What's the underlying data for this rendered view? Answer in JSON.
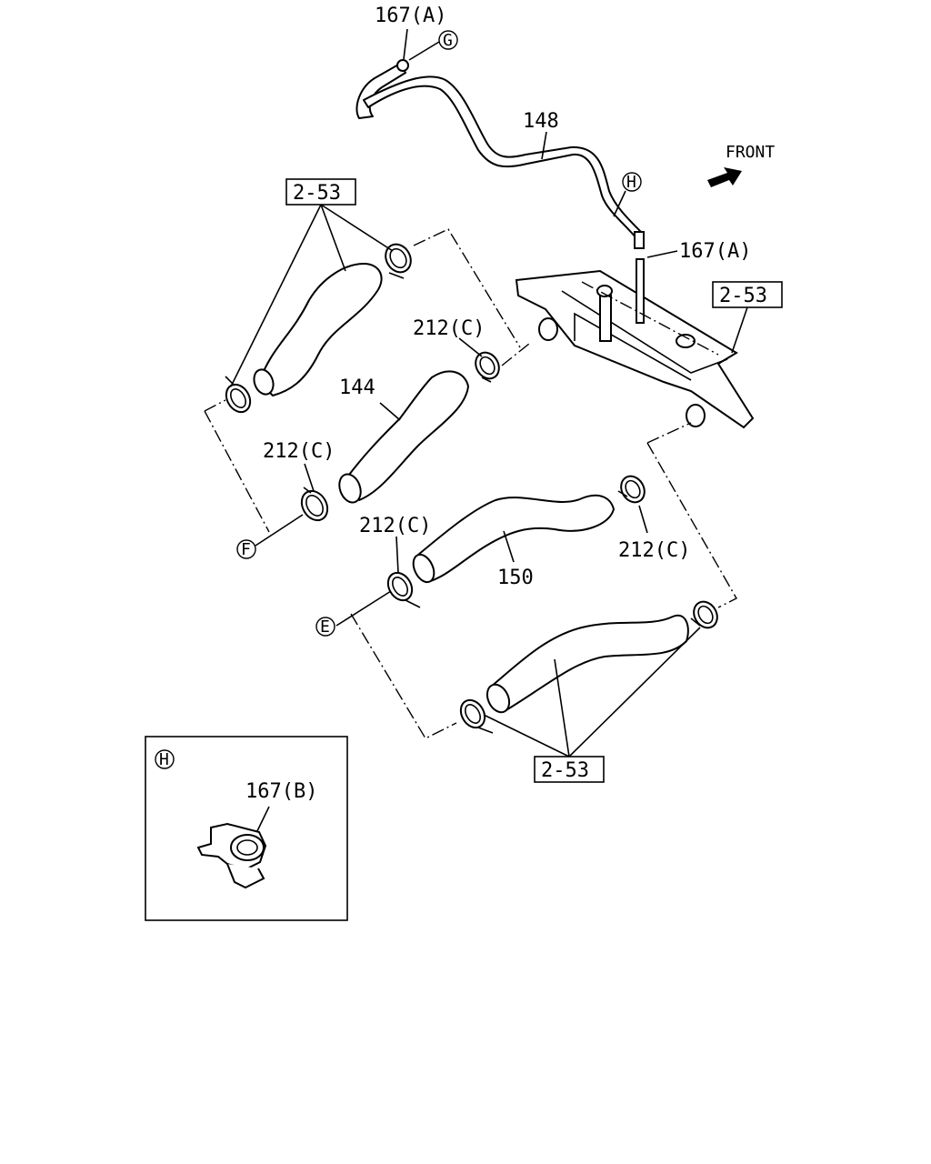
{
  "diagram": {
    "direction_label": "FRONT",
    "labels": {
      "p167a_top": "167(A)",
      "p167a_right": "167(A)",
      "p148": "148",
      "p144": "144",
      "p150": "150",
      "p212c_1": "212(C)",
      "p212c_2": "212(C)",
      "p212c_3": "212(C)",
      "p212c_4": "212(C)",
      "ref_1": "2-53",
      "ref_2": "2-53",
      "ref_3": "2-53",
      "circle_g": "G",
      "circle_h": "H",
      "circle_f": "F",
      "circle_e": "E"
    },
    "inset": {
      "circle_h": "H",
      "p167b": "167(B)"
    }
  }
}
